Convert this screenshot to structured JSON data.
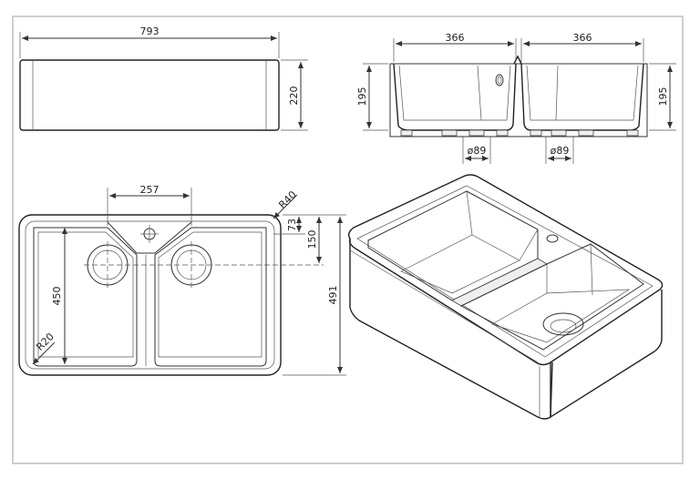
{
  "dimensions": {
    "overall_width": "793",
    "front_height": "220",
    "bowl_width_left": "366",
    "bowl_width_right": "366",
    "side_height_left": "195",
    "side_height_right": "195",
    "drain_left": "ø89",
    "drain_right": "ø89",
    "drain_spacing": "257",
    "corner_radius_outer": "R40",
    "corner_radius_inner": "R20",
    "overflow_offset": "73",
    "drain_offset": "150",
    "bowl_depth": "450",
    "overall_depth": "491"
  },
  "colors": {
    "line": "#333333",
    "frame": "#cfcfcf",
    "shade": "#efefef"
  }
}
